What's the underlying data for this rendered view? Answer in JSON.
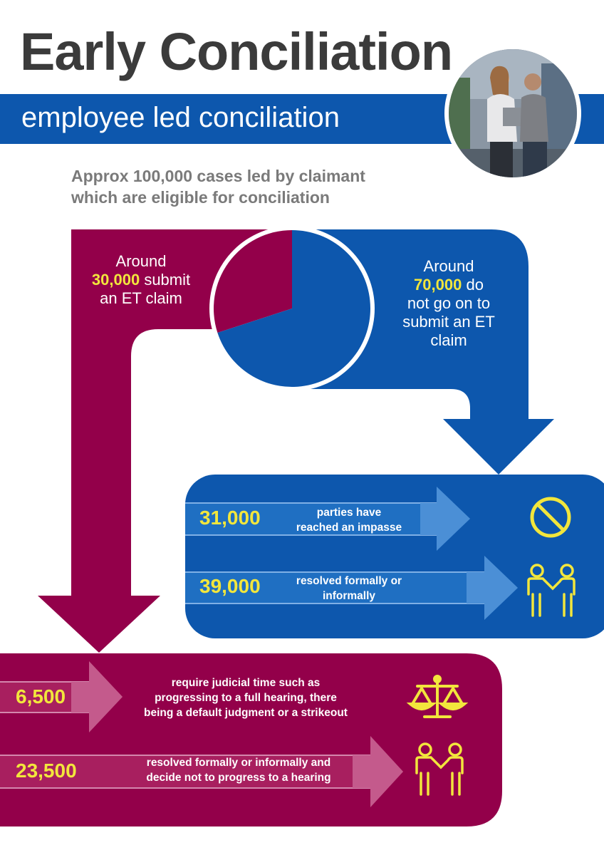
{
  "header": {
    "title": "Early Conciliation",
    "subtitle": "employee led conciliation",
    "intro_line1": "Approx 100,000 cases led by claimant",
    "intro_line2": "which are eligible for conciliation"
  },
  "colors": {
    "blue": "#0d57ad",
    "maroon": "#93004a",
    "yellow": "#f2e63c",
    "grey": "#7a7a7a"
  },
  "pie": {
    "segments": [
      {
        "label": "submit an ET claim",
        "value": 30000,
        "color": "#93004a"
      },
      {
        "label": "do not go on to submit an ET claim",
        "value": 70000,
        "color": "#0d57ad"
      }
    ]
  },
  "left_branch": {
    "prefix": "Around",
    "number": "30,000",
    "line2": "submit",
    "line3": "an ET claim"
  },
  "right_branch": {
    "prefix": "Around",
    "number": "70,000",
    "line1_suffix": "do",
    "line2": "not go on to",
    "line3": "submit an ET",
    "line4": "claim"
  },
  "blue_outcomes": [
    {
      "number": "31,000",
      "line1": "parties have",
      "line2": "reached an impasse",
      "icon": "no-entry-icon"
    },
    {
      "number": "39,000",
      "line1": "resolved formally or",
      "line2": "informally",
      "icon": "handshake-people-icon"
    }
  ],
  "maroon_outcomes": [
    {
      "number": "6,500",
      "line1": "require judicial time such as",
      "line2": "progressing to a full hearing, there",
      "line3": "being a default judgment or a strikeout",
      "icon": "scales-icon"
    },
    {
      "number": "23,500",
      "line1": "resolved formally or informally and",
      "line2": "decide not to progress to a hearing",
      "icon": "handshake-people-icon"
    }
  ]
}
